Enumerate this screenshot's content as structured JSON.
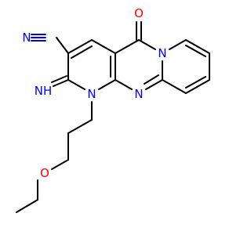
{
  "atoms": {
    "nitrile_n": "N",
    "nitrile_c": "C",
    "imine_n": "NH",
    "ring_n1": "N",
    "ring_n_bridge": "N",
    "ring_n_pyrido": "N",
    "carbonyl_o": "O",
    "ether_o": "O"
  },
  "colors": {
    "nitrogen": "#0000ff",
    "oxygen": "#ff0000",
    "carbon": "#000000"
  }
}
